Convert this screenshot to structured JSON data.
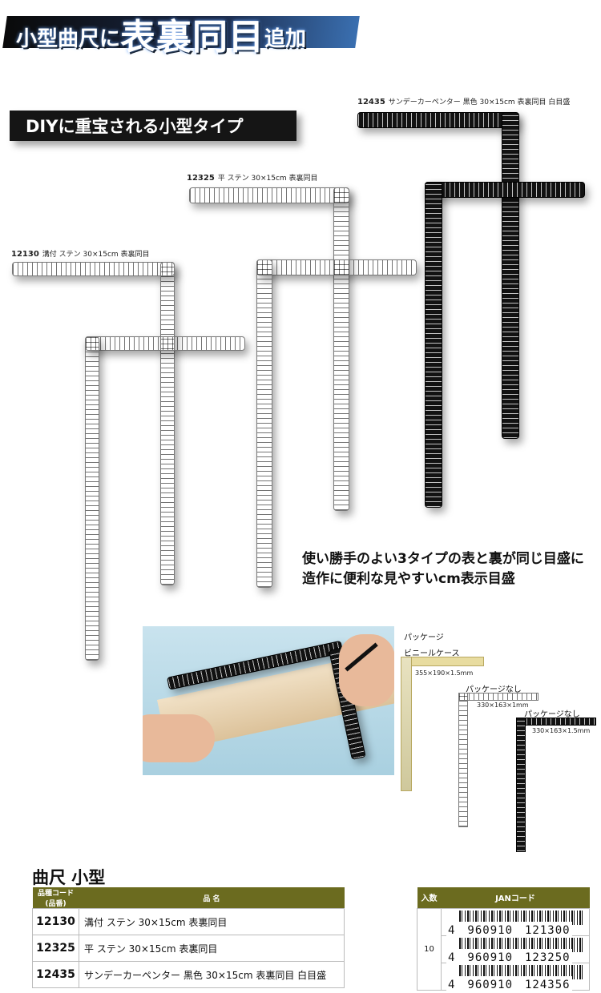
{
  "banner": {
    "part1": "小型曲尺に",
    "part2": "表裏同目",
    "part3": "追加"
  },
  "diy_heading": "DIYに重宝される小型タイプ",
  "captions": {
    "c12435": {
      "code": "12435",
      "text": "サンデーカーペンター 黒色 30×15cm 表裏同目 白目盛"
    },
    "c12325": {
      "code": "12325",
      "text": "平 ステン 30×15cm 表裏同目"
    },
    "c12130": {
      "code": "12130",
      "text": "溝付 ステン 30×15cm 表裏同目"
    }
  },
  "feature": {
    "line1": "使い勝手のよい3タイプの表と裏が同じ目盛に",
    "line2": "造作に便利な見やすいcm表示目盛"
  },
  "packages": [
    {
      "label1": "パッケージ",
      "label2": "ビニールケース",
      "dim": "355×190×1.5mm"
    },
    {
      "label1": "パッケージなし",
      "dim": "330×163×1mm"
    },
    {
      "label1": "パッケージなし",
      "dim": "330×163×1.5mm"
    }
  ],
  "product_title": "曲尺 小型",
  "table": {
    "headers": {
      "code": "品種コード(品番)",
      "name": "品 名"
    },
    "rows": [
      {
        "code": "12130",
        "name": "溝付 ステン 30×15cm 表裏同目"
      },
      {
        "code": "12325",
        "name": "平 ステン 30×15cm 表裏同目"
      },
      {
        "code": "12435",
        "name": "サンデーカーペンター 黒色 30×15cm 表裏同目 白目盛"
      }
    ]
  },
  "jan_table": {
    "headers": {
      "qty": "入数",
      "jan": "JANコード"
    },
    "qty": "10",
    "codes": [
      "4　960910　121300",
      "4　960910　123250",
      "4　960910　124356"
    ]
  },
  "colors": {
    "header_bg": "#6b6b1f",
    "dark": "#121212",
    "silver": "#b5b8ba"
  }
}
